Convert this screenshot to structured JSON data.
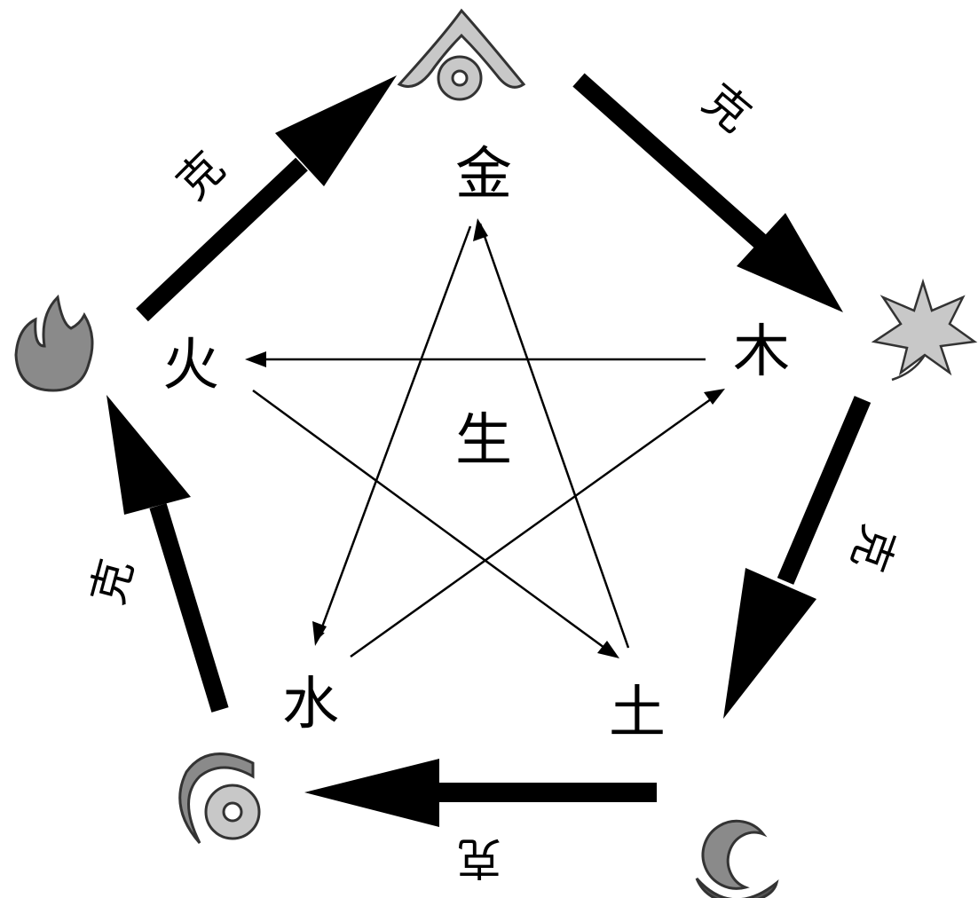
{
  "center_label": "生",
  "elements": {
    "metal": "金",
    "wood": "木",
    "earth": "土",
    "water": "水",
    "fire": "火"
  },
  "control_label": "克",
  "colors": {
    "ink": "#000000",
    "icon_light": "#c8c8c8",
    "icon_mid": "#8a8a8a",
    "icon_dark": "#555555"
  }
}
